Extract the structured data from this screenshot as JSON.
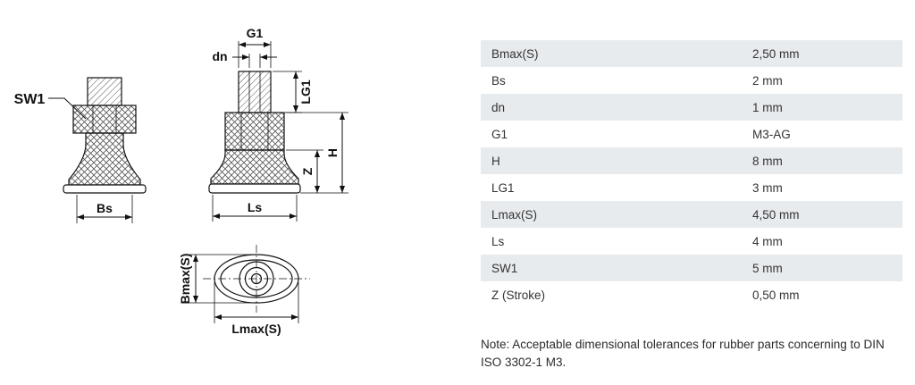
{
  "drawing": {
    "labels": {
      "sw1": "SW1",
      "bs": "Bs",
      "g1": "G1",
      "dn": "dn",
      "lg1": "LG1",
      "h": "H",
      "z": "Z",
      "ls": "Ls",
      "bmax": "Bmax(S)",
      "lmax": "Lmax(S)"
    }
  },
  "table": {
    "stripe_color": "#e8ebee",
    "rows": [
      {
        "label": "Bmax(S)",
        "value": "2,50 mm"
      },
      {
        "label": "Bs",
        "value": "2 mm"
      },
      {
        "label": "dn",
        "value": "1 mm"
      },
      {
        "label": "G1",
        "value": "M3-AG"
      },
      {
        "label": "H",
        "value": "8 mm"
      },
      {
        "label": "LG1",
        "value": "3 mm"
      },
      {
        "label": "Lmax(S)",
        "value": "4,50 mm"
      },
      {
        "label": "Ls",
        "value": "4 mm"
      },
      {
        "label": "SW1",
        "value": "5 mm"
      },
      {
        "label": "Z (Stroke)",
        "value": "0,50 mm"
      }
    ]
  },
  "note": "Note: Acceptable dimensional tolerances for rubber parts concerning to DIN ISO 3302-1 M3."
}
